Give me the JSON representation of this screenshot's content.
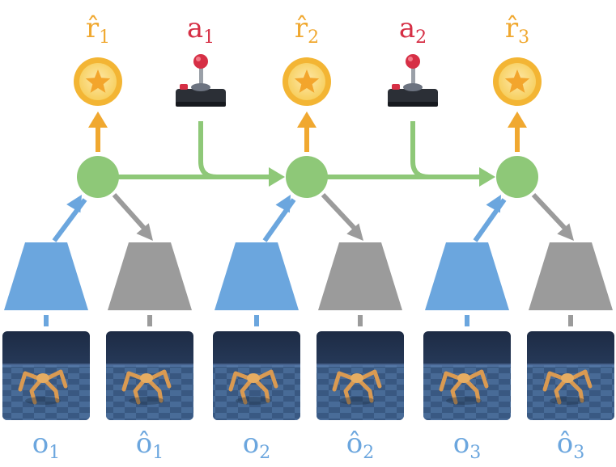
{
  "colors": {
    "reward": "#f0a830",
    "action": "#d62f45",
    "encoder": "#6ba6de",
    "decoder": "#9b9b9b",
    "latent": "#8ec878",
    "frame_sky": "#2a3d5c",
    "frame_floor": "#3d5a80"
  },
  "labels": {
    "rewards": [
      {
        "main": "r̂",
        "sub": "1"
      },
      {
        "main": "r̂",
        "sub": "2"
      },
      {
        "main": "r̂",
        "sub": "3"
      }
    ],
    "actions": [
      {
        "main": "a",
        "sub": "1"
      },
      {
        "main": "a",
        "sub": "2"
      }
    ],
    "observations": [
      {
        "main": "o",
        "sub": "1"
      },
      {
        "main": "ô",
        "sub": "1"
      },
      {
        "main": "o",
        "sub": "2"
      },
      {
        "main": "ô",
        "sub": "2"
      },
      {
        "main": "o",
        "sub": "3"
      },
      {
        "main": "ô",
        "sub": "3"
      }
    ]
  },
  "icons": {
    "reward": "star-coin-icon",
    "action": "joystick-icon",
    "frame": "ant-robot-frame"
  }
}
